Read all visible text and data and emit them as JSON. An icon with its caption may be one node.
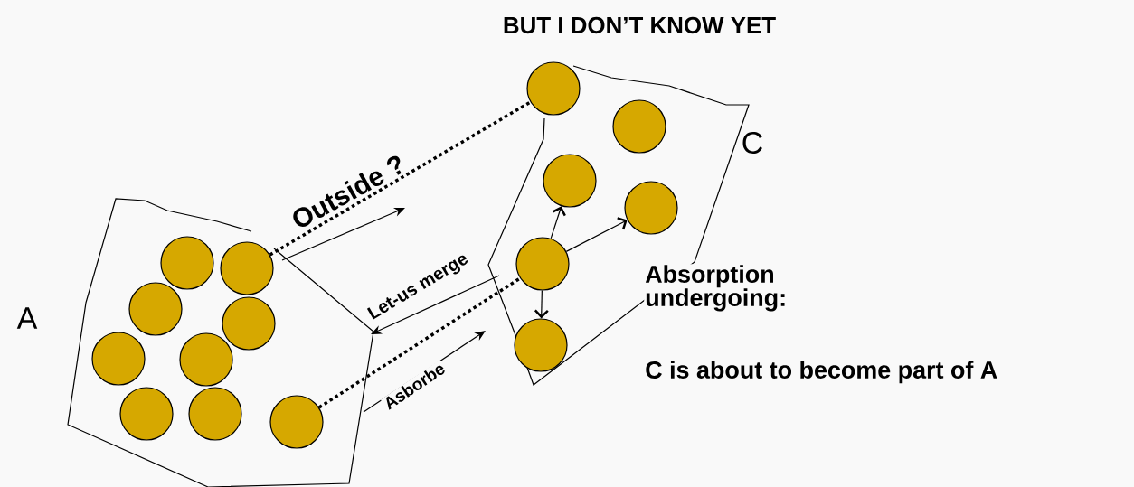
{
  "diagram": {
    "title": "BUT I DON’T KNOW YET",
    "nodes": [
      {
        "text": [],
        "shape": "polygon",
        "beside": [
          "A"
        ]
      },
      {
        "text": [],
        "shape": "circle",
        "in": 0
      },
      {
        "text": [],
        "shape": "circle",
        "in": 0
      },
      {
        "text": [],
        "shape": "circle",
        "in": 0
      },
      {
        "text": [],
        "shape": "circle",
        "in": 0
      },
      {
        "text": [],
        "shape": "circle",
        "in": 0
      },
      {
        "text": [],
        "shape": "circle",
        "in": 0
      },
      {
        "text": [],
        "shape": "circle",
        "in": 0
      },
      {
        "text": [],
        "shape": "circle",
        "in": 0
      },
      {
        "text": [],
        "shape": "circle",
        "in": 0
      },
      {
        "text": [],
        "shape": "polygon",
        "beside": [
          "C"
        ]
      },
      {
        "text": [],
        "shape": "circle",
        "in": 10
      },
      {
        "text": [],
        "shape": "circle",
        "in": 10
      },
      {
        "text": [],
        "shape": "circle",
        "in": 10
      },
      {
        "text": [],
        "shape": "circle",
        "in": 10
      },
      {
        "text": [],
        "shape": "circle",
        "in": 10
      },
      {
        "text": [],
        "shape": "circle",
        "in": 10
      }
    ],
    "edges": [
      {
        "from": 8,
        "to": 13,
        "arrow": "none",
        "style": "dashed"
      },
      {
        "from": 9,
        "to": 12,
        "arrow": "none",
        "style": "dashed"
      },
      {
        "from": 12,
        "to": 14,
        "arrow": "to"
      },
      {
        "from": 12,
        "to": 16,
        "arrow": "to"
      },
      {
        "from": 12,
        "to": 11,
        "arrow": "to"
      },
      {
        "from": 8,
        "to": null,
        "arrow": "to",
        "label": "Outside ?"
      },
      {
        "from": 10,
        "to": 0,
        "arrow": "to",
        "label": "Let-us merge"
      },
      {
        "from": 0,
        "to": 10,
        "arrow": "to",
        "label": "Asborbe"
      }
    ],
    "labels": [
      "Absorption undergoing:",
      "C is about to become part of A"
    ]
  }
}
